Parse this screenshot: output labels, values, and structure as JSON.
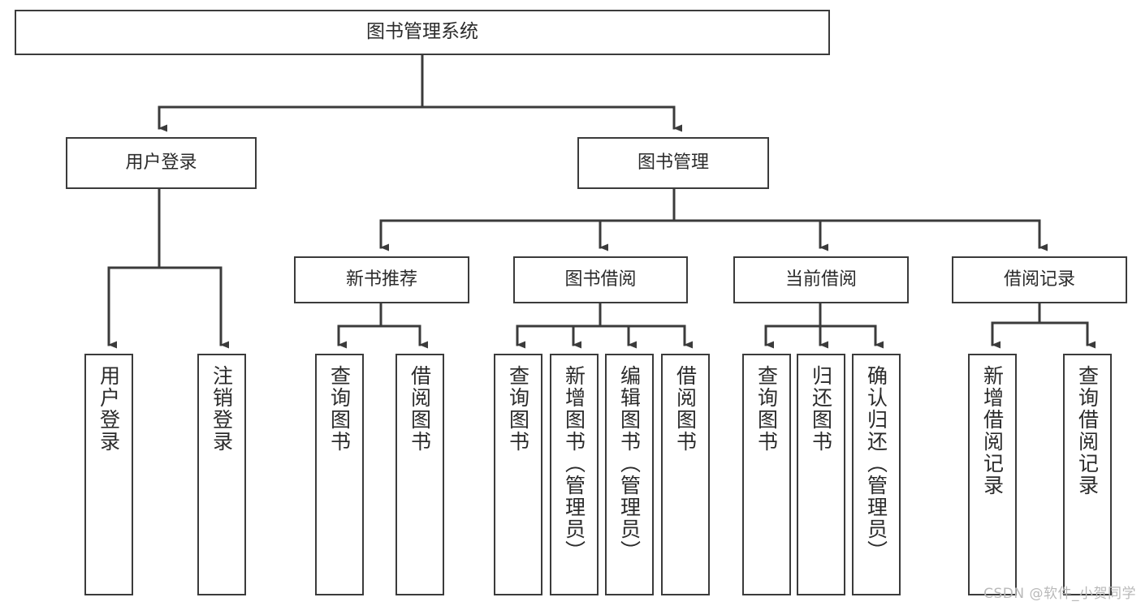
{
  "diagram": {
    "title": "图书管理系统",
    "type": "tree-hierarchy",
    "watermark": "CSDN @软件_小贺同学",
    "colors": {
      "stroke": "#3b3b3b",
      "fill": "#ffffff",
      "text": "#2b2b2b",
      "watermark": "#b9b9b9"
    },
    "nodes": {
      "root": {
        "label": "图书管理系统"
      },
      "level1": [
        {
          "id": "user-login",
          "label": "用户登录"
        },
        {
          "id": "book-manage",
          "label": "图书管理"
        }
      ],
      "level2": [
        {
          "id": "new-book-recommend",
          "label": "新书推荐"
        },
        {
          "id": "book-borrow",
          "label": "图书借阅"
        },
        {
          "id": "current-borrow",
          "label": "当前借阅"
        },
        {
          "id": "borrow-record",
          "label": "借阅记录"
        }
      ],
      "leaves": {
        "user-login": [
          {
            "id": "leaf-user-login",
            "label": "用户登录"
          },
          {
            "id": "leaf-user-logout",
            "label": "注销登录"
          }
        ],
        "new-book-recommend": [
          {
            "id": "leaf-query-book-1",
            "label": "查询图书"
          },
          {
            "id": "leaf-borrow-book-1",
            "label": "借阅图书"
          }
        ],
        "book-borrow": [
          {
            "id": "leaf-query-book-2",
            "label": "查询图书"
          },
          {
            "id": "leaf-add-book",
            "label": "新增图书（管理员）"
          },
          {
            "id": "leaf-edit-book",
            "label": "编辑图书（管理员）"
          },
          {
            "id": "leaf-borrow-book-2",
            "label": "借阅图书"
          }
        ],
        "current-borrow": [
          {
            "id": "leaf-query-book-3",
            "label": "查询图书"
          },
          {
            "id": "leaf-return-book",
            "label": "归还图书"
          },
          {
            "id": "leaf-confirm-return",
            "label": "确认归还（管理员）"
          }
        ],
        "borrow-record": [
          {
            "id": "leaf-add-record",
            "label": "新增借阅记录"
          },
          {
            "id": "leaf-query-record",
            "label": "查询借阅记录"
          }
        ]
      }
    }
  }
}
